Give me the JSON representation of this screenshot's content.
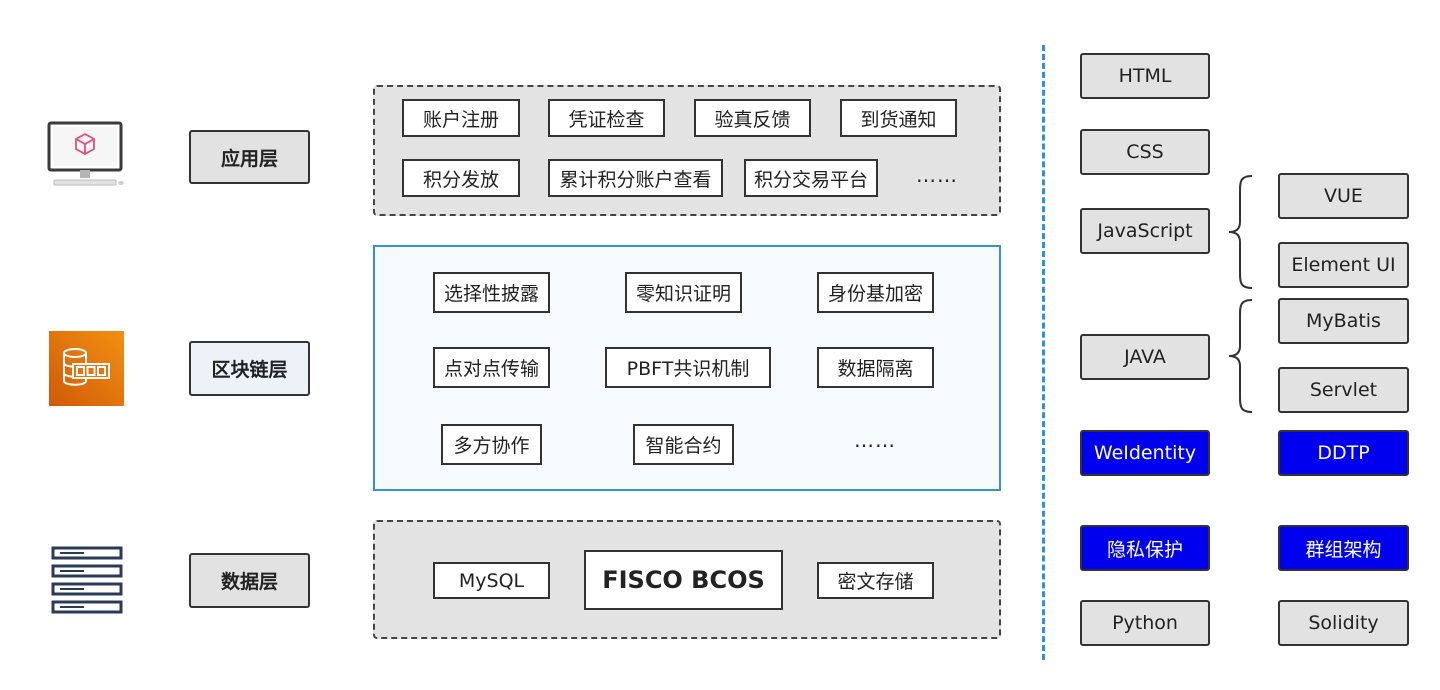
{
  "layers": {
    "application": {
      "label": "应用层",
      "icon": "computer-icon",
      "items": [
        "账户注册",
        "凭证检查",
        "验真反馈",
        "到货通知",
        "积分发放",
        "累计积分账户查看",
        "积分交易平台"
      ],
      "ellipsis": "……"
    },
    "blockchain": {
      "label": "区块链层",
      "icon": "database-chain-icon",
      "items": [
        "选择性披露",
        "零知识证明",
        "身份基加密",
        "点对点传输",
        "PBFT共识机制",
        "数据隔离",
        "多方协作",
        "智能合约"
      ],
      "ellipsis": "……"
    },
    "data": {
      "label": "数据层",
      "icon": "server-stack-icon",
      "items": [
        "MySQL",
        "FISCO BCOS",
        "密文存储"
      ]
    }
  },
  "tech": {
    "html": "HTML",
    "css": "CSS",
    "javascript": "JavaScript",
    "vue": "VUE",
    "element_ui": "Element UI",
    "java": "JAVA",
    "mybatis": "MyBatis",
    "servlet": "Servlet",
    "weidentity": "WeIdentity",
    "ddtp": "DDTP",
    "privacy": "隐私保护",
    "group": "群组架构",
    "python": "Python",
    "solidity": "Solidity"
  },
  "colors": {
    "blue_fill": "#0000ee",
    "panel_gray": "#e3e3e3",
    "panel_blue_border": "#3b8fd9",
    "divider": "#2f8fe0",
    "icon_orange": "#e8720c",
    "icon_pink": "#e84c7a",
    "icon_navy": "#2b3a55"
  }
}
